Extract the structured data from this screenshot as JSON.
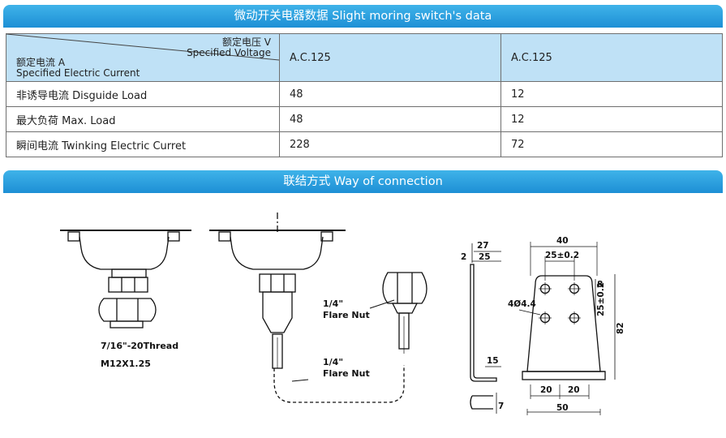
{
  "spec_section": {
    "title": "微动开关电器数据 Slight moring switch's data",
    "header": {
      "voltage_cn": "额定电压 V",
      "voltage_en": "Specified Voltage",
      "current_cn": "额定电流 A",
      "current_en": "Specified Electric Current",
      "col1": "A.C.125",
      "col2": "A.C.125"
    },
    "rows": [
      {
        "label": "非诱导电流 Disguide Load",
        "v1": "48",
        "v2": "12"
      },
      {
        "label": "最大负荷 Max. Load",
        "v1": "48",
        "v2": "12"
      },
      {
        "label": "瞬间电流 Twinking Electric Curret",
        "v1": "228",
        "v2": "72"
      }
    ]
  },
  "connection_section": {
    "title": "联结方式 Way of connection",
    "labels": {
      "thread": "7/16\"-20Thread",
      "metric": "M12X1.25",
      "flare_size_1": "1/4\"",
      "flare_nut_1": "Flare Nut",
      "flare_size_2": "1/4\"",
      "flare_nut_2": "Flare Nut"
    },
    "dimensions": {
      "d27": "27",
      "d2": "2",
      "d25": "25",
      "d15": "15",
      "d7": "7",
      "d40": "40",
      "d25tol": "25±0.2",
      "hole": "4Ø4.4",
      "d8": "8",
      "d25v": "25±0.2",
      "d82": "82",
      "d20a": "20",
      "d20b": "20",
      "d50": "50"
    }
  }
}
